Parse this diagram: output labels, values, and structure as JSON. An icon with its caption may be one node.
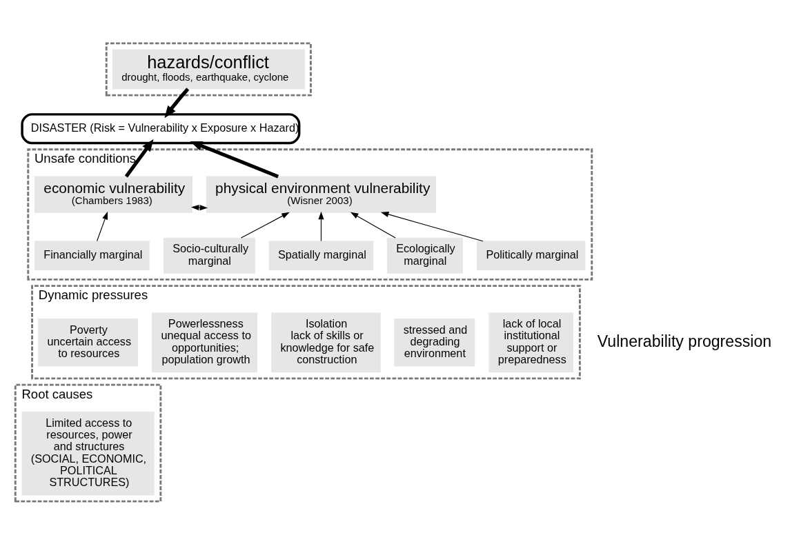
{
  "diagram": {
    "nodes": [
      {
        "text": [],
        "shape": "trapezium"
      },
      {
        "text": [
          "hazards/conflict",
          "drought, floods, earthquake, cyclone"
        ],
        "in": 0
      },
      {
        "text": [
          "DISASTER (Risk = Vulnerability x Exposure x Hazard)"
        ]
      },
      {
        "text": [
          "Unsafe conditions"
        ]
      },
      {
        "text": [
          "economic vulnerability",
          "(Chambers 1983)"
        ],
        "in": 3
      },
      {
        "text": [
          "physical environment vulnerability",
          "(Wisner 2003)"
        ],
        "in": 3
      },
      {
        "text": [
          "Financially marginal"
        ],
        "in": 3
      },
      {
        "text": [
          "Socio-culturally marginal"
        ],
        "in": 3
      },
      {
        "text": [
          "Spatially marginal"
        ],
        "in": 3
      },
      {
        "text": [
          "Ecologically marginal"
        ],
        "in": 3
      },
      {
        "text": [
          "Politically marginal"
        ],
        "in": 3
      },
      {
        "text": [
          "Dynamic pressures"
        ]
      },
      {
        "text": [
          "Poverty",
          "uncertain access to resources"
        ],
        "in": 11
      },
      {
        "text": [
          "Powerlessness",
          "unequal access to opportunities; population growth"
        ],
        "in": 11
      },
      {
        "text": [
          "Isolation",
          "lack of skills or knowledge for safe construction"
        ],
        "in": 11
      },
      {
        "text": [
          "stressed and degrading environment"
        ],
        "in": 11
      },
      {
        "text": [
          "lack of local institutional support or preparedness"
        ],
        "in": 11
      },
      {
        "text": [
          "Root causes"
        ]
      },
      {
        "text": [
          "Limited access to resources, power and structures",
          "(SOCIAL, ECONOMIC, POLITICAL STRUCTURES)"
        ],
        "in": 17
      }
    ],
    "edges": [
      {
        "from": 1,
        "to": 2,
        "arrow": "to",
        "style": "thick"
      },
      {
        "from": 4,
        "to": 2,
        "arrow": "to",
        "style": "thick"
      },
      {
        "from": 5,
        "to": 2,
        "arrow": "to",
        "style": "thick"
      },
      {
        "from": 4,
        "to": 5,
        "arrow": "both"
      },
      {
        "from": 6,
        "to": 4,
        "arrow": "to"
      },
      {
        "from": 7,
        "to": 5,
        "arrow": "to"
      },
      {
        "from": 8,
        "to": 5,
        "arrow": "to"
      },
      {
        "from": 9,
        "to": 5,
        "arrow": "to"
      },
      {
        "from": 10,
        "to": 5,
        "arrow": "to"
      }
    ],
    "labels": [
      "Vulnerability progression"
    ]
  }
}
